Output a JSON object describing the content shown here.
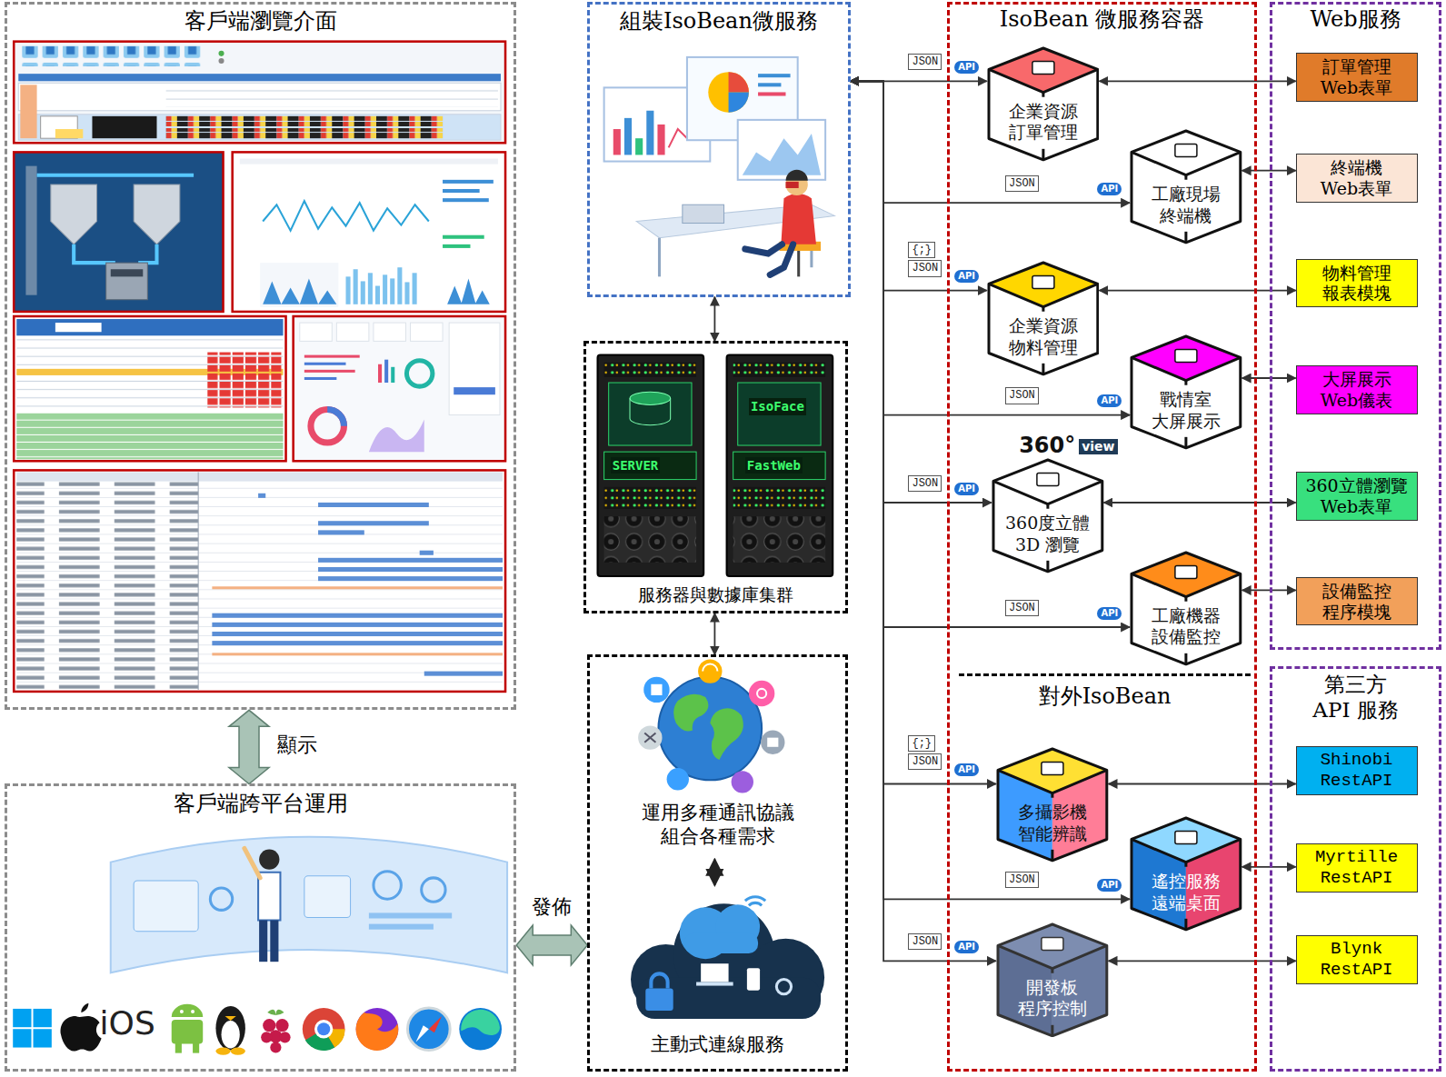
{
  "diagram": {
    "nodes": [
      {
        "text": [
          "客戶端瀏覽介面"
        ]
      },
      {
        "text": [
          "客戶端跨平台運用"
        ]
      },
      {
        "text": [
          "組裝IsoBean微服務"
        ]
      },
      {
        "text": [
          "服務器與數據庫集群"
        ]
      },
      {
        "text": [
          "運用多種通訊協議 組合各種需求",
          "主動式連線服務"
        ]
      },
      {
        "text": [
          "IsoBean 微服務容器"
        ]
      },
      {
        "text": [
          "企業資源 訂單管理"
        ],
        "in": 5
      },
      {
        "text": [
          "工廠現場 終端機"
        ],
        "in": 5
      },
      {
        "text": [
          "企業資源 物料管理"
        ],
        "in": 5
      },
      {
        "text": [
          "戰情室 大屏展示"
        ],
        "in": 5
      },
      {
        "text": [
          "360度立體 3D 瀏覽"
        ],
        "in": 5
      },
      {
        "text": [
          "工廠機器 設備監控"
        ],
        "in": 5
      },
      {
        "text": [
          "對外IsoBean"
        ],
        "in": 5
      },
      {
        "text": [
          "多攝影機 智能辨識"
        ],
        "in": 12
      },
      {
        "text": [
          "遙控服務 遠端桌面"
        ],
        "in": 12
      },
      {
        "text": [
          "開發板 程序控制"
        ],
        "in": 12
      },
      {
        "text": [
          "Web服務"
        ]
      },
      {
        "text": [
          "訂單管理 Web表單"
        ],
        "in": 16
      },
      {
        "text": [
          "終端機 Web表單"
        ],
        "in": 16
      },
      {
        "text": [
          "物料管理 報表模塊"
        ],
        "in": 16
      },
      {
        "text": [
          "大屏展示 Web儀表"
        ],
        "in": 16
      },
      {
        "text": [
          "360立體瀏覽 Web表單"
        ],
        "in": 16
      },
      {
        "text": [
          "設備監控 程序模塊"
        ],
        "in": 16
      },
      {
        "text": [
          "第三方 API 服務"
        ]
      },
      {
        "text": [
          "Shinobi RestAPI"
        ],
        "in": 23
      },
      {
        "text": [
          "Myrtille RestAPI"
        ],
        "in": 23
      },
      {
        "text": [
          "Blynk RestAPI"
        ],
        "in": 23
      }
    ],
    "edges": [
      {
        "from": 0,
        "to": 1,
        "label": "顯示",
        "arrow": "both"
      },
      {
        "from": 1,
        "to": 4,
        "label": "發佈",
        "arrow": "both"
      },
      {
        "from": 2,
        "to": 3,
        "arrow": "both"
      },
      {
        "from": 3,
        "to": 4,
        "arrow": "both"
      },
      {
        "from": 2,
        "to": 6,
        "arrow": "both"
      },
      {
        "from": 2,
        "to": 7,
        "arrow": "both"
      },
      {
        "from": 2,
        "to": 8,
        "arrow": "both"
      },
      {
        "from": 2,
        "to": 9,
        "arrow": "both"
      },
      {
        "from": 2,
        "to": 10,
        "arrow": "both"
      },
      {
        "from": 2,
        "to": 11,
        "arrow": "both"
      },
      {
        "from": 2,
        "to": 13,
        "arrow": "both"
      },
      {
        "from": 2,
        "to": 14,
        "arrow": "both"
      },
      {
        "from": 2,
        "to": 15,
        "arrow": "to"
      },
      {
        "from": 6,
        "to": 17,
        "arrow": "both"
      },
      {
        "from": 7,
        "to": 18,
        "arrow": "both"
      },
      {
        "from": 8,
        "to": 19,
        "arrow": "both"
      },
      {
        "from": 9,
        "to": 20,
        "arrow": "both"
      },
      {
        "from": 10,
        "to": 21,
        "arrow": "both"
      },
      {
        "from": 11,
        "to": 22,
        "arrow": "both"
      },
      {
        "from": 13,
        "to": 24,
        "arrow": "both"
      },
      {
        "from": 14,
        "to": 25,
        "arrow": "both"
      },
      {
        "from": 15,
        "to": 26,
        "arrow": "both"
      }
    ],
    "labels": [
      "JSON",
      "API",
      "JSON",
      "API",
      "{;}",
      "JSON",
      "API",
      "JSON",
      "API",
      "JSON",
      "API",
      "JSON",
      "API",
      "{;}",
      "JSON",
      "API",
      "JSON",
      "API",
      "JSON",
      "API",
      "SERVER",
      "IsoFace",
      "FastWeb",
      "360°",
      "view",
      "iOS"
    ]
  }
}
